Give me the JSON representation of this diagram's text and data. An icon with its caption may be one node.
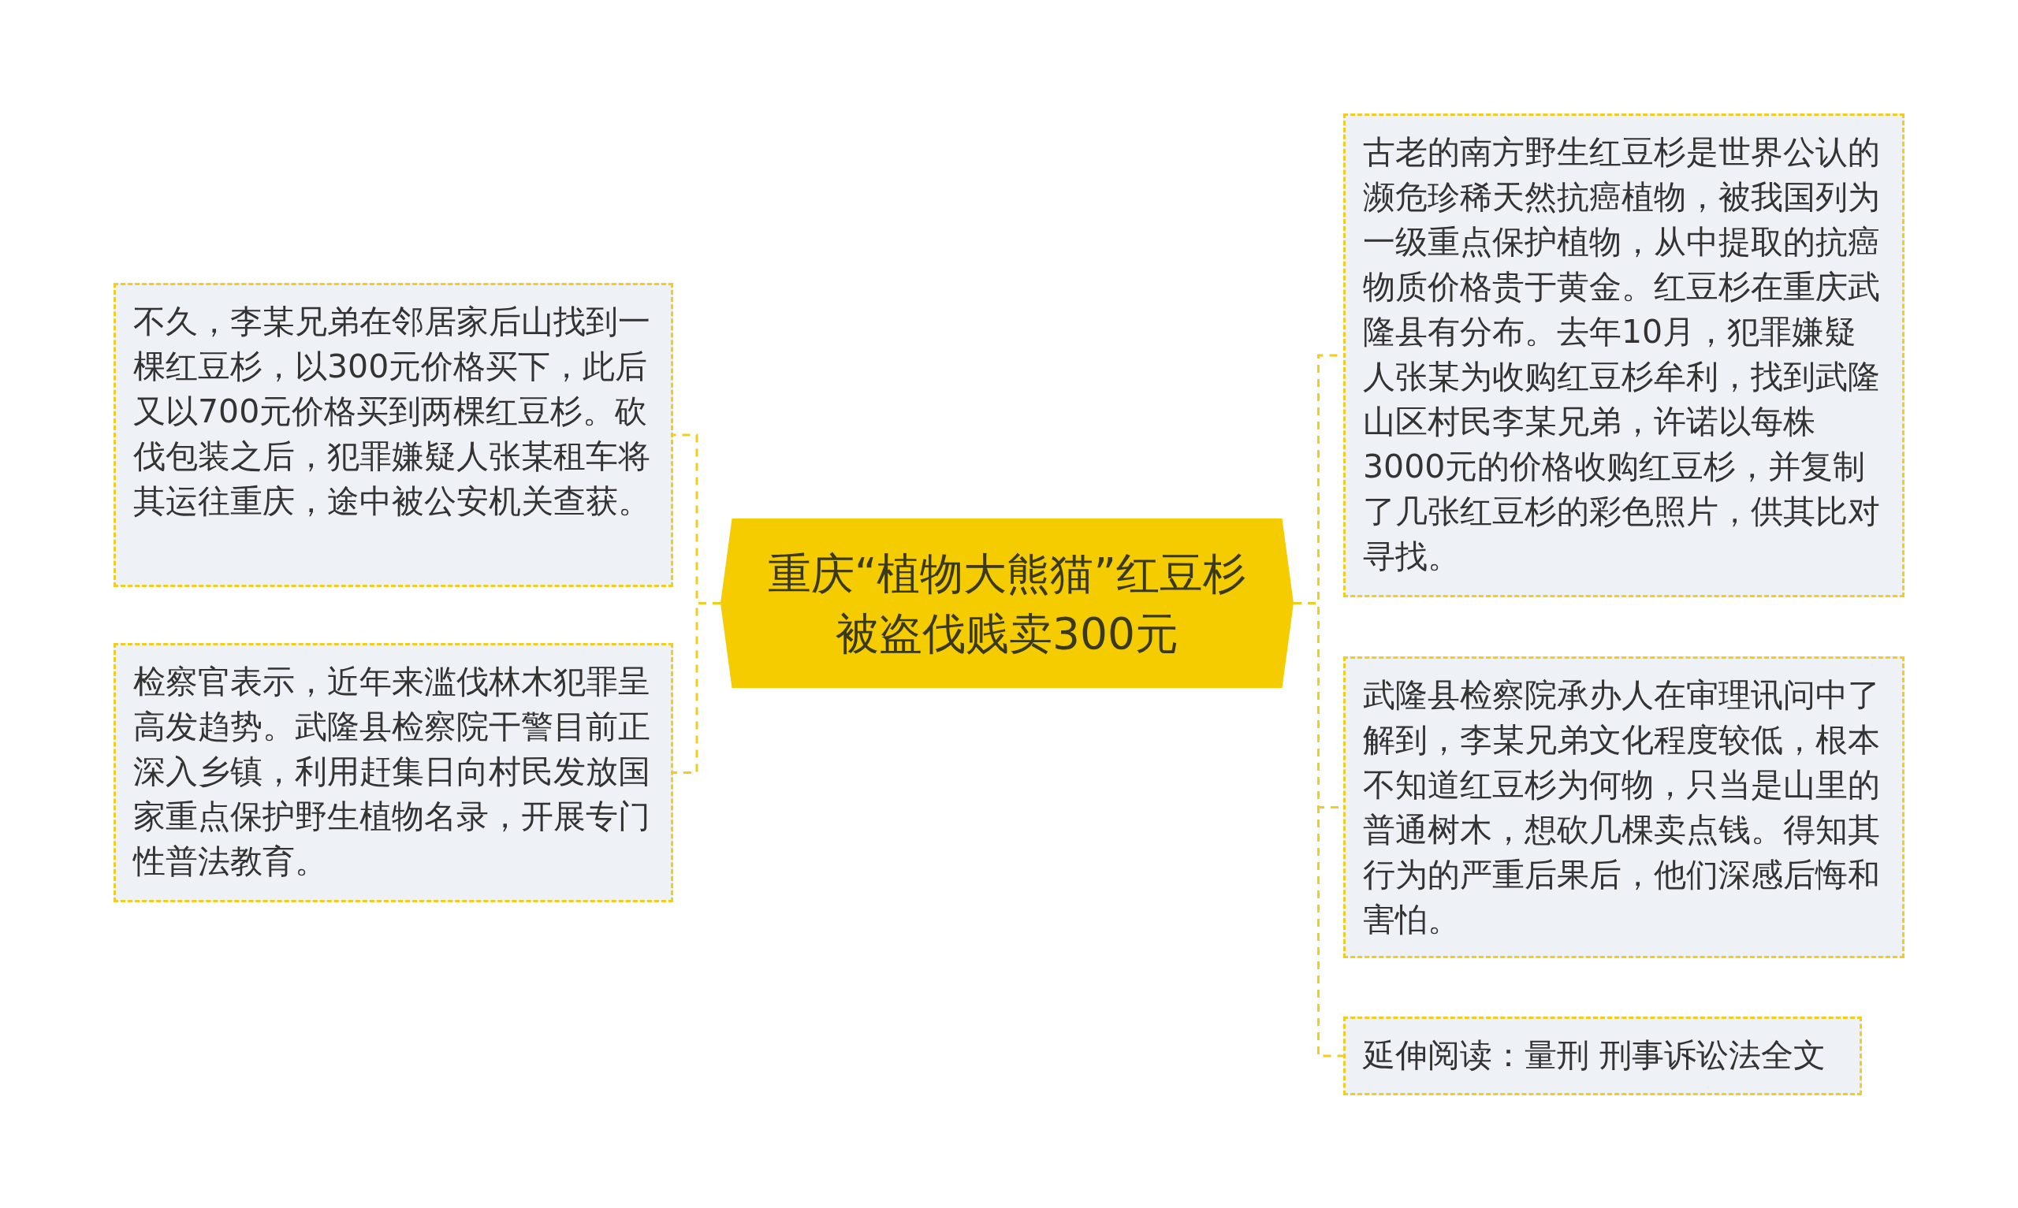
{
  "diagram": {
    "nodes": [
      {
        "text": [
          "重庆“植物大熊猫”红豆杉被盗伐贱卖300元"
        ]
      },
      {
        "text": [
          "不久，李某兄弟在邻居家后山找到一棵红豆杉，以300元价格买下，此后又以700元价格买到两棵红豆杉。砍伐包装之后，犯罪嫌疑人张某租车将其运往重庆，途中被公安机关查获。"
        ]
      },
      {
        "text": [
          "检察官表示，近年来滥伐林木犯罪呈高发趋势。武隆县检察院干警目前正深入乡镇，利用赶集日向村民发放国家重点保护野生植物名录，开展专门性普法教育。"
        ]
      },
      {
        "text": [
          "古老的南方野生红豆杉是世界公认的濒危珍稀天然抗癌植物，被我国列为一级重点保护植物，从中提取的抗癌物质价格贵于黄金。红豆杉在重庆武隆县有分布。去年10月，犯罪嫌疑人张某为收购红豆杉牟利，找到武隆山区村民李某兄弟，许诺以每株3000元的价格收购红豆杉，并复制了几张红豆杉的彩色照片，供其比对寻找。"
        ]
      },
      {
        "text": [
          "武隆县检察院承办人在审理讯问中了解到，李某兄弟文化程度较低，根本不知道红豆杉为何物，只当是山里的普通树木，想砍几棵卖点钱。得知其行为的严重后果后，他们深感后悔和害怕。"
        ]
      },
      {
        "text": [
          "延伸阅读：量刑 刑事诉讼法全文"
        ]
      }
    ],
    "edges": [
      {
        "from": 0,
        "to": 1,
        "arrow": "none"
      },
      {
        "from": 0,
        "to": 2,
        "arrow": "none"
      },
      {
        "from": 0,
        "to": 3,
        "arrow": "none"
      },
      {
        "from": 0,
        "to": 4,
        "arrow": "none"
      },
      {
        "from": 0,
        "to": 5,
        "arrow": "none"
      }
    ]
  }
}
